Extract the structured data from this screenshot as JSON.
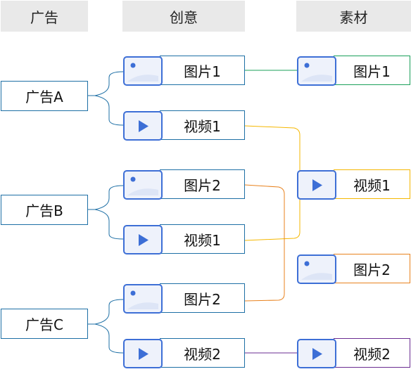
{
  "headers": {
    "ads": "广告",
    "creatives": "创意",
    "materials": "素材"
  },
  "ads": [
    "广告A",
    "广告B",
    "广告C"
  ],
  "creatives": [
    {
      "label": "图片1",
      "icon": "image-icon"
    },
    {
      "label": "视频1",
      "icon": "video-icon"
    },
    {
      "label": "图片2",
      "icon": "image-icon"
    },
    {
      "label": "视频1",
      "icon": "video-icon"
    },
    {
      "label": "图片2",
      "icon": "image-icon"
    },
    {
      "label": "视频2",
      "icon": "video-icon"
    }
  ],
  "materials": [
    {
      "label": "图片1",
      "icon": "image-icon",
      "color": "#1aa05a"
    },
    {
      "label": "视频1",
      "icon": "video-icon",
      "color": "#f5b700"
    },
    {
      "label": "图片2",
      "icon": "image-icon",
      "color": "#e8821e"
    },
    {
      "label": "视频2",
      "icon": "video-icon",
      "color": "#6a2c91"
    }
  ],
  "colors": {
    "box_border": "#1d6fa5",
    "header_bg": "#e9e9e9",
    "icon_blue": "#3d6fd6"
  }
}
